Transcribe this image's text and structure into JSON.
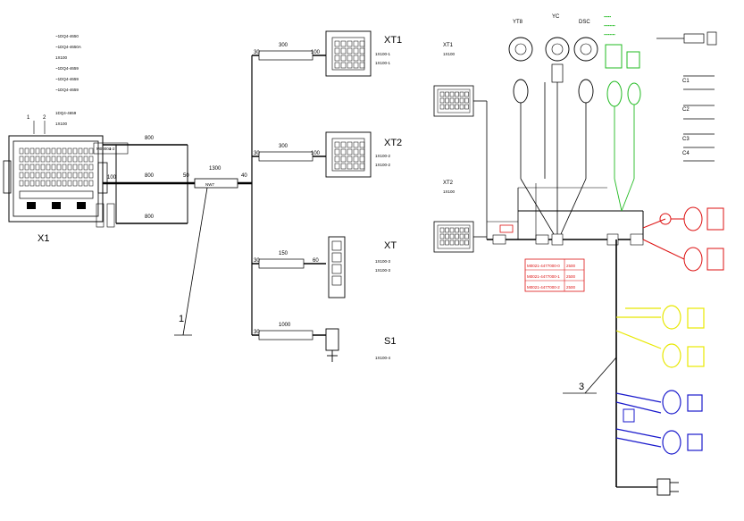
{
  "left": {
    "x1": {
      "label": "X1",
      "notes": [
        "~1DQ4-4650",
        "~1DQ4-4650A",
        "1X100",
        "~1DQ4-4659",
        "~1DQ4-4659",
        "~1DQ4-4659",
        "1DQ4-4659",
        "1X100"
      ],
      "callouts": [
        "1",
        "2"
      ],
      "bus_lengths": [
        "800",
        "800",
        "800"
      ],
      "label_block": [
        "M00004",
        "1-2"
      ]
    },
    "branch_numbers": {
      "n50": "50",
      "n1300": "1300",
      "n40": "40",
      "n100": "100",
      "n30": "30"
    },
    "xt1": {
      "label": "XT1",
      "length": "300",
      "end": "100",
      "note1": "1X100-1",
      "note2": "1X100-1"
    },
    "xt2": {
      "label": "XT2",
      "length": "300",
      "end": "100",
      "note1": "1X100-2",
      "note2": "1X100-2"
    },
    "xt": {
      "label": "XT",
      "length": "150",
      "end": "60",
      "note1": "1X100-3",
      "note2": "1X100-3"
    },
    "s1": {
      "label": "S1",
      "length": "1000",
      "note1": "1X100-4"
    },
    "leader": "1"
  },
  "right": {
    "xt1": {
      "label": "XT1",
      "note": "1X100"
    },
    "xt2": {
      "label": "XT2",
      "note": "1X100"
    },
    "top_labels": [
      "YT8",
      "YC",
      "DSC"
    ],
    "table": {
      "rows": [
        [
          "M0021-4477000-0",
          "2500"
        ],
        [
          "M0021-4477000-1",
          "2500"
        ],
        [
          "M0021-4477000-2",
          "2500"
        ]
      ]
    },
    "leader": "3",
    "c_labels": [
      "C1",
      "C2",
      "C3",
      "C4"
    ],
    "colors": {
      "green": "#22bb22",
      "red": "#dd1111",
      "yellow": "#e8e800",
      "blue": "#1a1acc"
    }
  }
}
